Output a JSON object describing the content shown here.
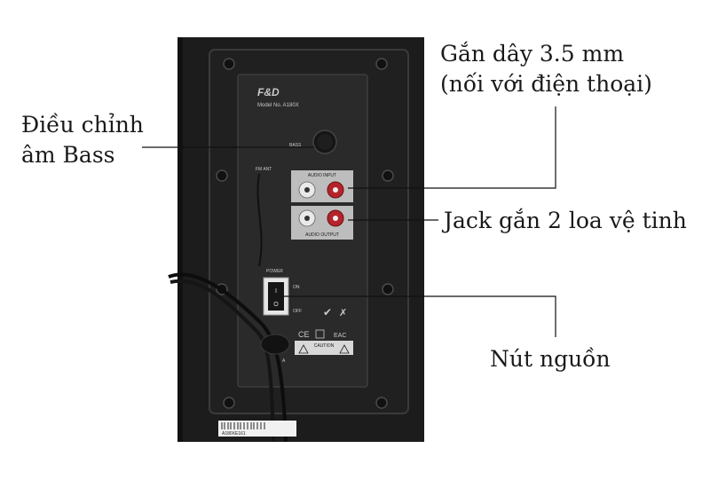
{
  "labels": {
    "jack_35_line1": "Gắn dây 3.5 mm",
    "jack_35_line2": "(nối với điện thoại)",
    "bass_line1": "Điều chỉnh",
    "bass_line2": "âm Bass",
    "satellite_jacks": "Jack gắn 2 loa vệ tinh",
    "power_button": "Nút nguồn"
  },
  "panel": {
    "brand": "F&D",
    "model": "Model No. A180X",
    "bass": "BASS",
    "fm_ant": "FM ANT",
    "audio_input": "AUDIO INPUT",
    "audio_output": "AUDIO OUTPUT",
    "power": "POWER",
    "on": "ON",
    "off": "OFF",
    "caution": "CAUTION",
    "serial": "A180XE161",
    "amperage": "A"
  },
  "colors": {
    "cabinet": "#1c1c1c",
    "panel": "#2a2a2a",
    "text": "#1a1a1a",
    "rca_red": "#b4242a",
    "rca_white": "#e9e9e9"
  }
}
